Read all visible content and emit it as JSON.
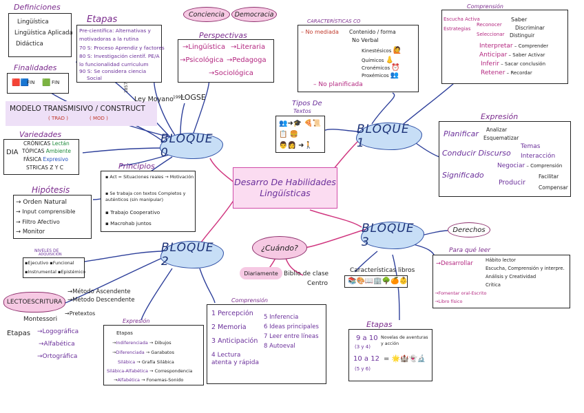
{
  "center": {
    "line1": "Desarro De Habilidades",
    "line2": "Lingüísticas"
  },
  "top_clouds": {
    "left": "Conciencia",
    "right": "Democracia"
  },
  "bloque0": {
    "label": "BLOQUE 0",
    "definiciones": {
      "title": "Definiciones",
      "items": [
        "Lingüística",
        "Lingüística Aplicada",
        "Didáctica"
      ]
    },
    "finalidades": {
      "title": "Finalidades",
      "item1": "FIN",
      "item2": "FIN"
    },
    "modelo": {
      "text": "MODELO TRANSMISIVO / CONSTRUCT",
      "sub1": "( TRAD )",
      "sub2": "( MOD )"
    },
    "etapas": {
      "title": "Etapas",
      "items": [
        "Pre-científica: Alternativas y",
        "motivadoras a la rutina",
        "70 S: Proceso Aprendiz y factores",
        "80 S: Investigación científ. PE/A",
        "lo funcionalidad curriculum",
        "90 S: Se considera ciencia",
        "Social"
      ]
    },
    "leyes": {
      "tag1": "1857",
      "ley1": "Ley Moyano",
      "tag2": "1990",
      "ley2": "LOGSE"
    },
    "perspectivas": {
      "title": "Perspectivas",
      "items": [
        "Lingüística",
        "Literaria",
        "Psicológica",
        "Pedagoga",
        "Sociológica"
      ]
    },
    "variedades": {
      "title": "Variedades",
      "dia": "DIA",
      "items": [
        [
          "CRÓNICAS",
          "Lectán"
        ],
        [
          "TÓPICAS",
          "Ambiente"
        ],
        [
          "FÁSICA",
          "Expresivo"
        ],
        [
          "STRICAS",
          "Z Y C"
        ]
      ]
    },
    "principios": {
      "title": "Principios",
      "items": [
        "Act = Situaciones reales → Motivación",
        "Se trabaja con textos Completos y auténticos (sin manipular)",
        "Trabajo Cooperativo",
        "Macrohab juntos"
      ]
    },
    "hipotesis": {
      "title": "Hipótesis",
      "items": [
        "Orden Natural",
        "Input comprensible",
        "Filtro Afectivo",
        "Monitor"
      ]
    }
  },
  "bloque1": {
    "label": "BLOQUE 1",
    "caracteristicas": {
      "title": "CARACTERÍSTICAS CO",
      "no_mediada": "No mediada",
      "contenido": "Contenido / forma",
      "no_verbal": "No Verbal",
      "sub": [
        "Kinestésicos",
        "Químicos",
        "Cronémicos",
        "Proxémicos"
      ],
      "no_planificada": "No planificada"
    },
    "tipos": {
      "title1": "Tipos De",
      "title2": "Textos"
    },
    "comprension": {
      "title": "Comprensión",
      "escucha": "Escucha Activa",
      "estrategias": "Estrategias",
      "reconocer": "Reconocer",
      "seleccionar": "Seleccionar",
      "saber": "Saber",
      "discriminar": "Discriminar",
      "distinguir": "Distinguir",
      "interpretar": "Interpretar",
      "comprender": "Comprender",
      "anticipar": "Anticipar",
      "saber_activar": "Saber Activar",
      "inferir": "Inferir",
      "sacar": "Sacar conclusión",
      "retener": "Retener",
      "recordar": "Recordar"
    },
    "expresion": {
      "title": "Expresión",
      "planificar": "Planificar",
      "analizar": "Analizar",
      "esquematizar": "Esquematizar",
      "conducir": "Conducir Discurso",
      "temas": "Temas",
      "interaccion": "Interacción",
      "significado": "Significado",
      "negociar": "Negociar",
      "comprension": "Comprensión",
      "producir": "Producir",
      "facilitar": "Facilitar",
      "compensar": "Compensar"
    }
  },
  "bloque2": {
    "label": "BLOQUE 2",
    "niveles": {
      "title1": "NIVELES DE",
      "title2": "ADQUISICIÓN",
      "items": [
        "Ejecutivo",
        "Funcional",
        "Instrumental",
        "Epistémico"
      ]
    },
    "lecto": {
      "label": "LECTOESCRITURA",
      "items": [
        "Método Ascendente",
        "Método Descendente",
        "Pretextos"
      ],
      "montessori": "Montessori",
      "etapas": "Etapas",
      "etapas_items": [
        "Logográfica",
        "Alfabética",
        "Ortográfica"
      ]
    },
    "expresion": {
      "title": "Expresión",
      "etapas": "Etapas",
      "items": [
        [
          "Indiferenciada",
          "Dibujos"
        ],
        [
          "Diferenciada",
          "Garabatos"
        ],
        [
          "Silábica",
          "Grafía Silábica"
        ],
        [
          "Silábica-Alfabética",
          "Correspondencia"
        ],
        [
          "Alfabética",
          "Fonemas-Sonido"
        ]
      ]
    },
    "comprension": {
      "title": "Comprensión",
      "items": [
        "1 Percepción",
        "2 Memoria",
        "3 Anticipación",
        "4 Lectura atenta y rápida",
        "5 Inferencia",
        "6 Ideas principales",
        "7 Leer entre líneas",
        "8 Autoeval"
      ]
    }
  },
  "bloque3": {
    "label": "BLOQUE 3",
    "cuando": "¿Cuándo?",
    "diariamente": "Diariamente",
    "biblio": "Biblio de clase",
    "centro": "Centro",
    "caracteristicas": {
      "title": "Características libros"
    },
    "derechos": "Derechos",
    "para_que": {
      "title": "Para qué leer",
      "desarrollar": "Desarrollar",
      "items": [
        "Hábito lector",
        "Escucha, Comprensión y interpre.",
        "Análisis y Creatividad",
        "Crítica"
      ],
      "fomentar": "Fomentar oral-Escrito",
      "libro": "Libro físico"
    },
    "etapas": {
      "title": "Etapas",
      "rango1": "9 a 10",
      "rango1_sub": "(3 y 4)",
      "rango1_text": "Novelas de aventuras y acción",
      "rango2": "10 a 12",
      "rango2_sub": "(5 y 6)"
    }
  },
  "colors": {
    "bloque_fill": "#c7def6",
    "bloque_stroke": "#2d4fa5",
    "center_fill": "#fbdcf1",
    "center_stroke": "#d04aa7",
    "cloud_fill": "#f6c9e3",
    "modelo_fill": "#eee0f7"
  }
}
